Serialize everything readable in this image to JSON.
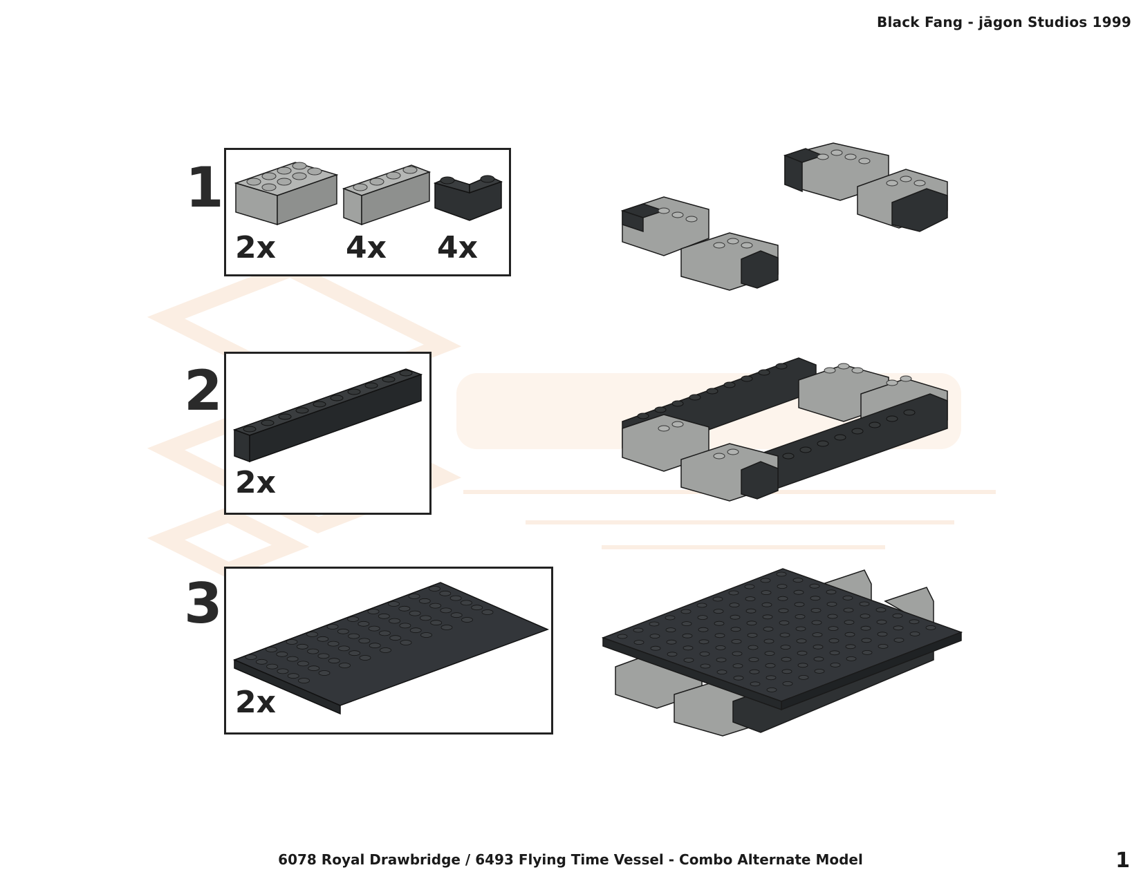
{
  "header": {
    "title": "Black Fang - jāgon Studios 1999"
  },
  "footer": {
    "title": "6078 Royal Drawbridge / 6493 Flying Time Vessel - Combo Alternate Model",
    "page_number": "1"
  },
  "colors": {
    "light_gray": "#a0a2a0",
    "dark_gray": "#2e3133",
    "outline": "#1a1a1a",
    "watermark": "#fbeee3"
  },
  "steps": [
    {
      "number": "1",
      "parts": [
        {
          "qty": "2x",
          "part": "2x4 brick, light gray"
        },
        {
          "qty": "4x",
          "part": "1x4 brick, light gray"
        },
        {
          "qty": "4x",
          "part": "2x2 corner brick, dark gray"
        }
      ]
    },
    {
      "number": "2",
      "parts": [
        {
          "qty": "2x",
          "part": "1x10 brick, dark gray"
        }
      ]
    },
    {
      "number": "3",
      "parts": [
        {
          "qty": "2x",
          "part": "6x10 plate, dark gray"
        }
      ]
    }
  ]
}
